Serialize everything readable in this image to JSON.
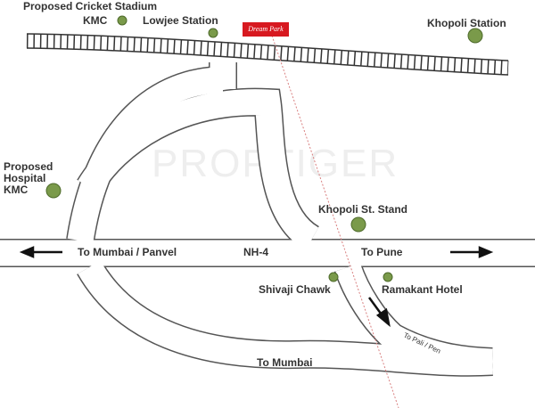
{
  "watermark": "PROPTIGER",
  "project": {
    "label": "Dream Park",
    "color": "#d71920"
  },
  "landmarks": {
    "cricket_stadium": "Proposed Cricket Stadium",
    "kmc": "KMC",
    "lowjee": "Lowjee Station",
    "khopoli_station": "Khopoli Station",
    "hospital": "Proposed\nHospital\nKMC",
    "st_stand": "Khopoli St. Stand",
    "shivaji": "Shivaji Chawk",
    "ramakant": "Ramakant Hotel"
  },
  "roads": {
    "to_mumbai_panvel": "To Mumbai / Panvel",
    "nh4": "NH-4",
    "to_pune": "To Pune",
    "to_mumbai": "To Mumbai",
    "to_pali_pen": "To Pali / Pen"
  },
  "colors": {
    "marker": "#7a9a4a",
    "road": "#555555",
    "route": "#d98080"
  }
}
